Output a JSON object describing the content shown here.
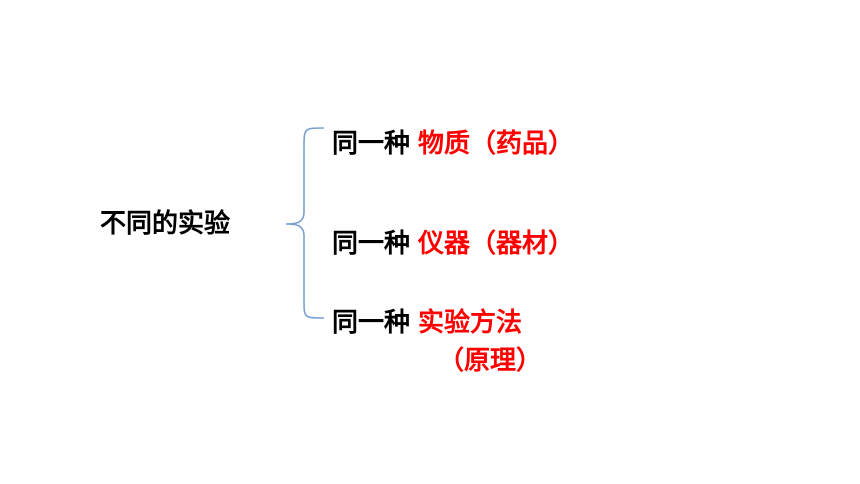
{
  "root": {
    "label": "不同的实验"
  },
  "branches": [
    {
      "prefix": "同一种",
      "key": "物质（药品）"
    },
    {
      "prefix": "同一种",
      "key": "仪器（器材）"
    },
    {
      "prefix": "同一种",
      "key": "实验方法",
      "sub": "（原理）"
    }
  ],
  "colors": {
    "text": "#000000",
    "highlight": "#ff0000",
    "brace": "#7b9fd1"
  }
}
